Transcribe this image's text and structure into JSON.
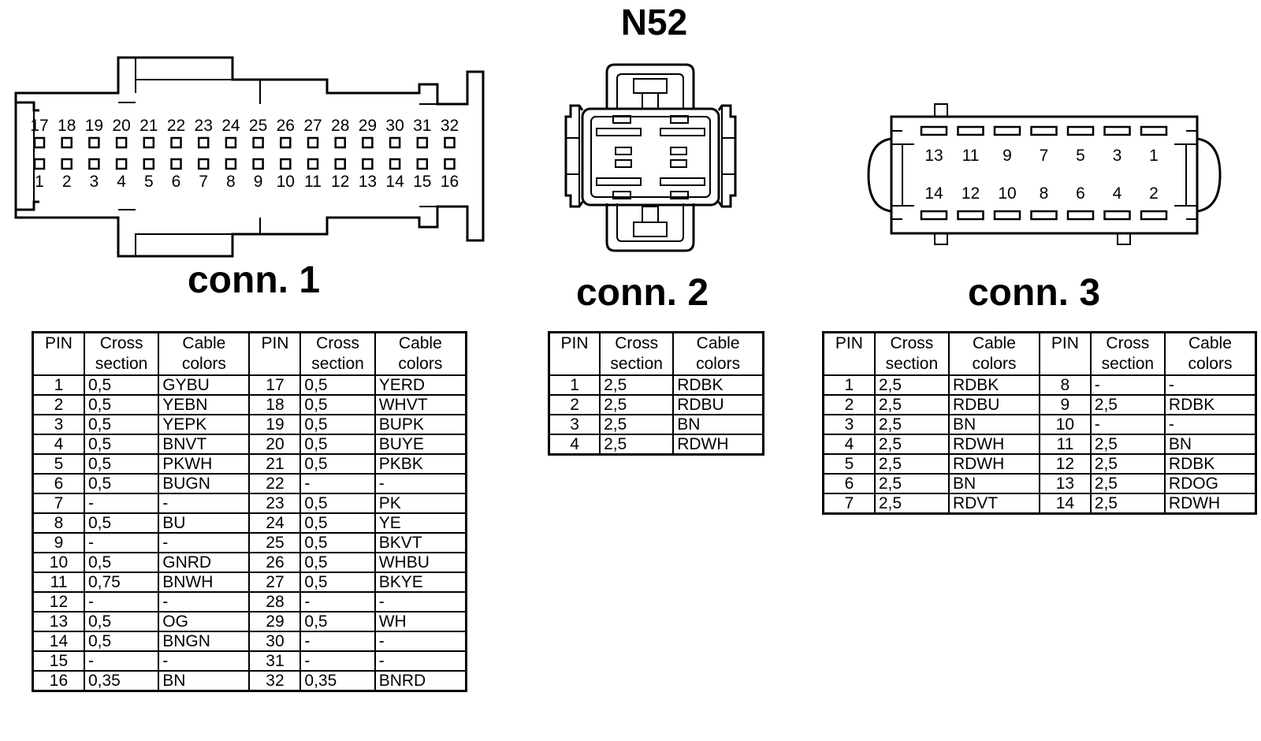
{
  "title": "N52",
  "connectors": {
    "conn1": {
      "title": "conn. 1",
      "pins_top": [
        "17",
        "18",
        "19",
        "20",
        "21",
        "22",
        "23",
        "24",
        "25",
        "26",
        "27",
        "28",
        "29",
        "30",
        "31",
        "32"
      ],
      "pins_bottom": [
        "1",
        "2",
        "3",
        "4",
        "5",
        "6",
        "7",
        "8",
        "9",
        "10",
        "11",
        "12",
        "13",
        "14",
        "15",
        "16"
      ]
    },
    "conn2": {
      "title": "conn. 2"
    },
    "conn3": {
      "title": "conn. 3",
      "pins_top": [
        "13",
        "11",
        "9",
        "7",
        "5",
        "3",
        "1"
      ],
      "pins_bottom": [
        "14",
        "12",
        "10",
        "8",
        "6",
        "4",
        "2"
      ]
    }
  },
  "table_headers": {
    "pin": "PIN",
    "cross_line1": "Cross",
    "cross_line2": "section",
    "cable_line1": "Cable",
    "cable_line2": "colors"
  },
  "tables": {
    "conn1": [
      [
        "1",
        "0,5",
        "GYBU",
        "17",
        "0,5",
        "YERD"
      ],
      [
        "2",
        "0,5",
        "YEBN",
        "18",
        "0,5",
        "WHVT"
      ],
      [
        "3",
        "0,5",
        "YEPK",
        "19",
        "0,5",
        "BUPK"
      ],
      [
        "4",
        "0,5",
        "BNVT",
        "20",
        "0,5",
        "BUYE"
      ],
      [
        "5",
        "0,5",
        "PKWH",
        "21",
        "0,5",
        "PKBK"
      ],
      [
        "6",
        "0,5",
        "BUGN",
        "22",
        "-",
        "-"
      ],
      [
        "7",
        "-",
        "-",
        "23",
        "0,5",
        "PK"
      ],
      [
        "8",
        "0,5",
        "BU",
        "24",
        "0,5",
        "YE"
      ],
      [
        "9",
        "-",
        "-",
        "25",
        "0,5",
        "BKVT"
      ],
      [
        "10",
        "0,5",
        "GNRD",
        "26",
        "0,5",
        "WHBU"
      ],
      [
        "11",
        "0,75",
        "BNWH",
        "27",
        "0,5",
        "BKYE"
      ],
      [
        "12",
        "-",
        "-",
        "28",
        "-",
        "-"
      ],
      [
        "13",
        "0,5",
        "OG",
        "29",
        "0,5",
        "WH"
      ],
      [
        "14",
        "0,5",
        "BNGN",
        "30",
        "-",
        "-"
      ],
      [
        "15",
        "-",
        "-",
        "31",
        "-",
        "-"
      ],
      [
        "16",
        "0,35",
        "BN",
        "32",
        "0,35",
        "BNRD"
      ]
    ],
    "conn2": [
      [
        "1",
        "2,5",
        "RDBK"
      ],
      [
        "2",
        "2,5",
        "RDBU"
      ],
      [
        "3",
        "2,5",
        "BN"
      ],
      [
        "4",
        "2,5",
        "RDWH"
      ]
    ],
    "conn3": [
      [
        "1",
        "2,5",
        "RDBK",
        "8",
        "-",
        "-"
      ],
      [
        "2",
        "2,5",
        "RDBU",
        "9",
        "2,5",
        "RDBK"
      ],
      [
        "3",
        "2,5",
        "BN",
        "10",
        "-",
        "-"
      ],
      [
        "4",
        "2,5",
        "RDWH",
        "11",
        "2,5",
        "BN"
      ],
      [
        "5",
        "2,5",
        "RDWH",
        "12",
        "2,5",
        "RDBK"
      ],
      [
        "6",
        "2,5",
        "BN",
        "13",
        "2,5",
        "RDOG"
      ],
      [
        "7",
        "2,5",
        "RDVT",
        "14",
        "2,5",
        "RDWH"
      ]
    ]
  }
}
